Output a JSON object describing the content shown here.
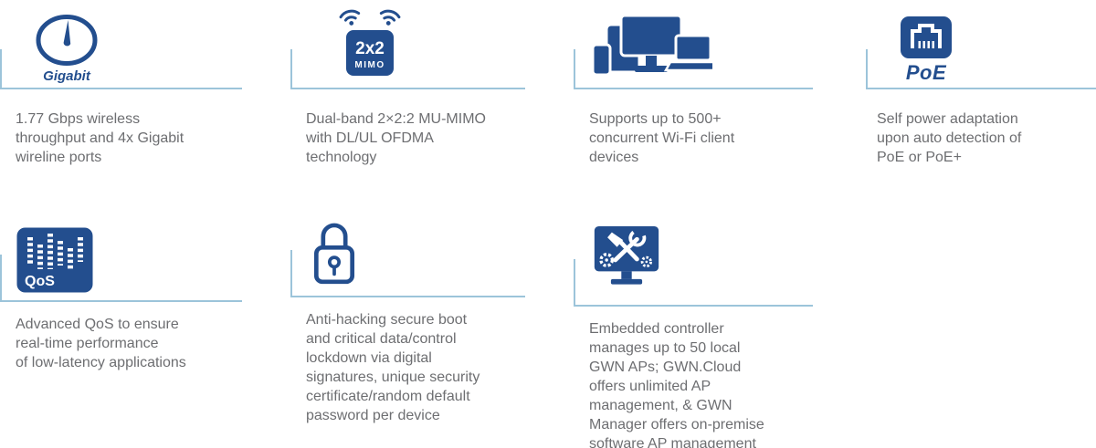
{
  "colors": {
    "navy": "#234e8e",
    "line": "#9cc4da",
    "text": "#6d6e71"
  },
  "features": [
    {
      "id": "gigabit",
      "icon": "speedometer-icon",
      "icon_label": "Gigabit",
      "text": "1.77 Gbps wireless\nthroughput and 4x Gigabit\nwireline ports"
    },
    {
      "id": "mu-mimo",
      "icon": "wifi-mimo-icon",
      "box_line1": "2x2",
      "box_line2": "MIMO",
      "text": "Dual-band 2×2:2 MU-MIMO\nwith DL/UL OFDMA\ntechnology"
    },
    {
      "id": "clients",
      "icon": "client-devices-icon",
      "text": "Supports up to 500+\nconcurrent Wi-Fi client\ndevices"
    },
    {
      "id": "poe",
      "icon": "ethernet-port-icon",
      "icon_label": "PoE",
      "text": "Self power adaptation\nupon auto detection of\nPoE or PoE+"
    },
    {
      "id": "qos",
      "icon": "qos-equalizer-icon",
      "box_label": "QoS",
      "text": "Advanced QoS to ensure\nreal-time performance\nof low-latency applications"
    },
    {
      "id": "security",
      "icon": "padlock-icon",
      "text": "Anti-hacking secure boot\nand critical data/control\nlockdown via digital\nsignatures, unique security\ncertificate/random default\npassword per device"
    },
    {
      "id": "controller",
      "icon": "management-console-icon",
      "text": "Embedded controller\nmanages up to 50 local\nGWN APs; GWN.Cloud\noffers unlimited AP\nmanagement, & GWN\nManager offers on-premise\nsoftware AP management"
    }
  ]
}
